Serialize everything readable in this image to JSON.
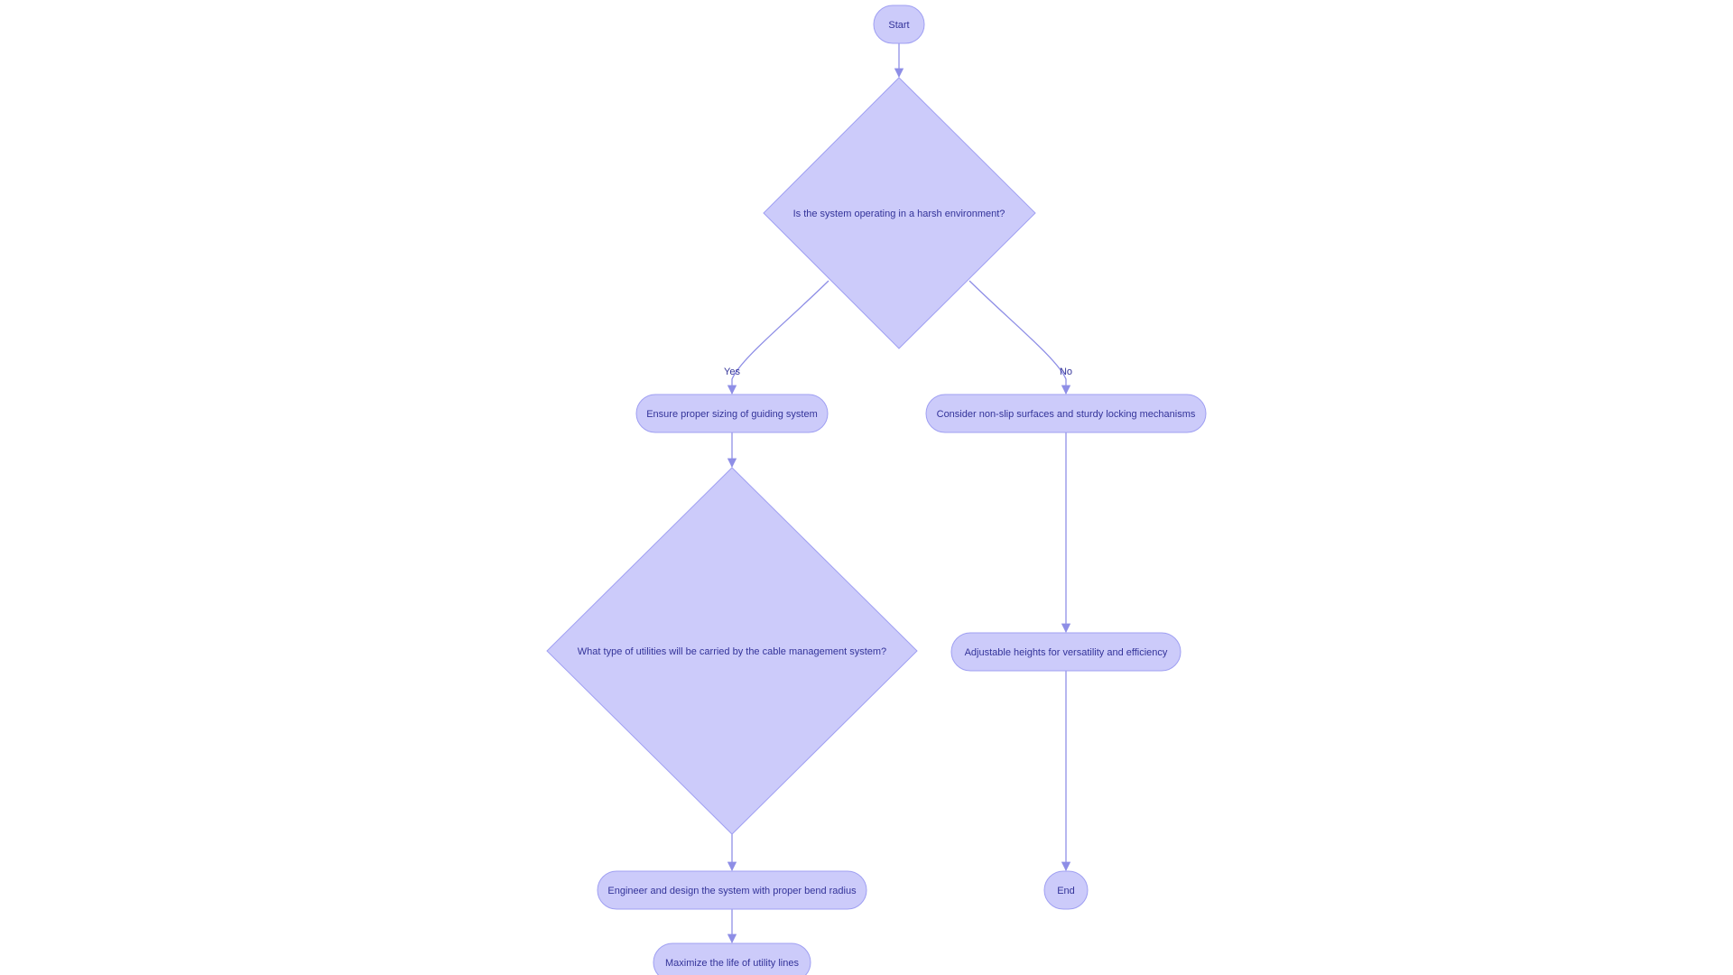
{
  "diagram": {
    "type": "flowchart",
    "colors": {
      "node_fill": "#cccbfa",
      "node_stroke": "#9f9ff2",
      "edge": "#8e8ee6",
      "text": "#333399",
      "background": "#ffffff"
    },
    "nodes": {
      "start": "Start",
      "harsh_env": "Is the system operating in a harsh environment?",
      "sizing": "Ensure proper sizing of guiding system",
      "non_slip": "Consider non-slip surfaces and sturdy locking mechanisms",
      "utilities": "What type of utilities will be carried by the cable management system?",
      "heights": "Adjustable heights for versatility and efficiency",
      "bend_radius": "Engineer and design the system with proper bend radius",
      "end": "End",
      "maximize": "Maximize the life of utility lines"
    },
    "edge_labels": {
      "yes": "Yes",
      "no": "No"
    }
  }
}
